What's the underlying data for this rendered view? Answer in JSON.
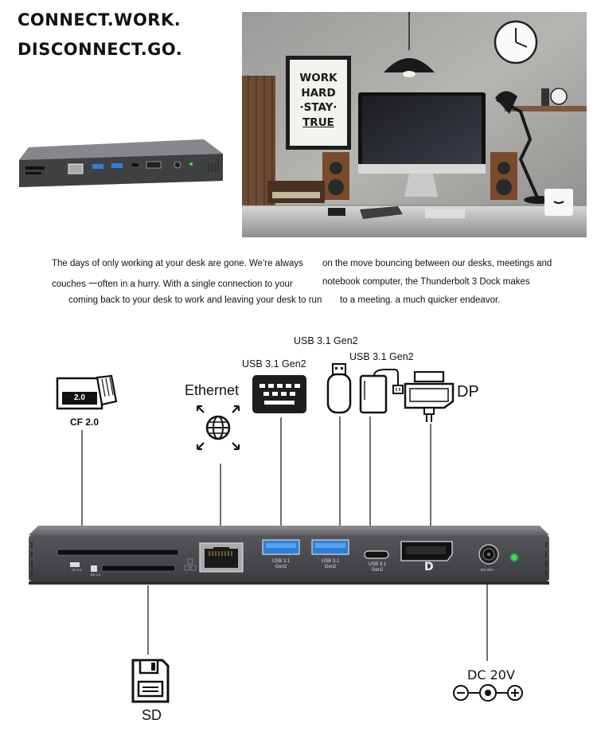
{
  "header": {
    "line1": "CONNECT.WORK.",
    "line2": "DISCONNECT.GO."
  },
  "photo": {
    "poster": [
      "WORK",
      "HARD",
      "·STAY·",
      "TRUE"
    ]
  },
  "paragraph": {
    "left": [
      "The days of only working at your desk are gone. We're always",
      "couches 一often in a hurry. With a single connection to your",
      "coming back to your desk to work and leaving your desk to run"
    ],
    "right": [
      "on the move bouncing between our desks, meetings and",
      "notebook computer, the  Thunderbolt 3 Dock makes",
      "to a meeting. a much quicker endeavor."
    ]
  },
  "callouts": {
    "cf": {
      "badge": "2.0",
      "label": "CF 2.0"
    },
    "ethernet": "Ethernet",
    "usb_a1": "USB 3.1 Gen2",
    "usb_a2": "USB 3.1 Gen2",
    "usb_c": "USB 3.1 Gen2",
    "dp": "DP",
    "sd": "SD",
    "dc": "DC 20V"
  },
  "dock_ports": {
    "usb1": [
      "USB 3.1",
      "Gen2"
    ],
    "usb2": [
      "USB 3.1",
      "Gen2"
    ],
    "usbc": [
      "USB 3.1",
      "Gen2"
    ],
    "cf_small": "CF 2.0",
    "sd_small": "SD 4.0",
    "dc_small": "DC 20V"
  },
  "colors": {
    "dock_body": "#4a4b4d",
    "dock_top": "#6b6c6e",
    "usb_blue": "#2f7fd6",
    "led_green": "#3ddc4a"
  }
}
